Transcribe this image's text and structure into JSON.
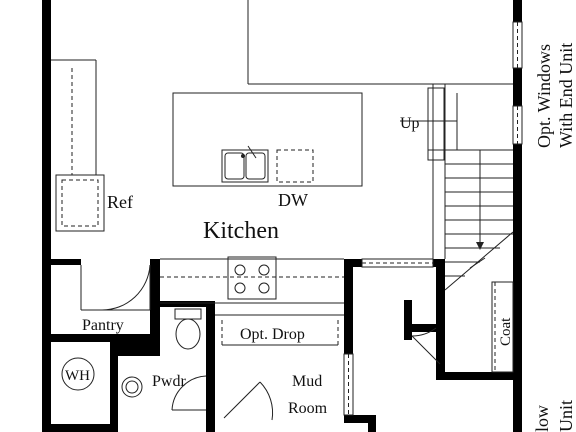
{
  "labels": {
    "kitchen": "Kitchen",
    "dw": "DW",
    "ref": "Ref",
    "up": "Up",
    "pantry": "Pantry",
    "wh": "WH",
    "pwdr": "Pwdr",
    "opt_drop": "Opt. Drop",
    "mud": "Mud",
    "room": "Room",
    "coat": "Coat",
    "opt_windows_line1": "Opt. Windows",
    "opt_windows_line2": "With End Unit",
    "edge_fragment_1": "low",
    "edge_fragment_2": "Unit"
  }
}
